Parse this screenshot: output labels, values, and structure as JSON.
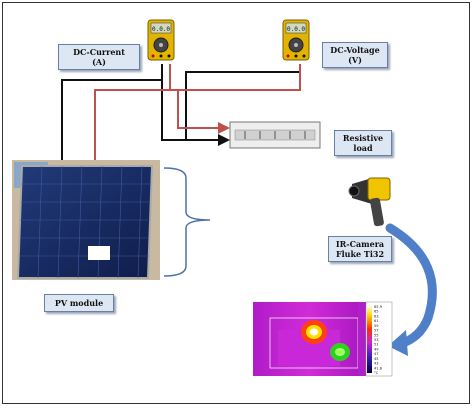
{
  "labels": {
    "dc_current_title": "DC-Current",
    "dc_current_unit": "(A)",
    "dc_voltage_title": "DC-Voltage",
    "dc_voltage_unit": "(V)",
    "resistive_load_line1": "Resistive",
    "resistive_load_line2": "load",
    "pv_module": "PV module",
    "ir_camera_line1": "IR-Camera",
    "ir_camera_line2": "Fluke Ti32"
  },
  "multimeter_readout": "0.0.0",
  "thermal_scale_ticks": [
    "65.9",
    "65",
    "63",
    "61",
    "59",
    "57",
    "55",
    "53",
    "51",
    "49",
    "47",
    "45",
    "43",
    "41.6",
    "°C"
  ],
  "colors": {
    "wire_black": "#111111",
    "wire_red": "#c0504d",
    "bracket_blue": "#4f6fa8",
    "arrow_blue": "#4f7fc8"
  }
}
